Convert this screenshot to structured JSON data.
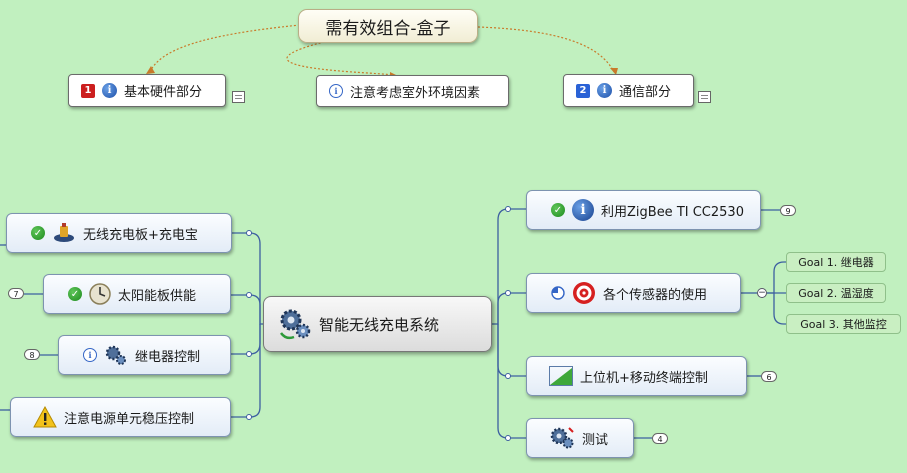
{
  "title": "需有效组合-盒子",
  "floating": [
    {
      "id": "hardware",
      "label": "基本硬件部分",
      "num": "1"
    },
    {
      "id": "env",
      "label": "注意考虑室外环境因素"
    },
    {
      "id": "comm",
      "label": "通信部分",
      "num": "2"
    }
  ],
  "central": "智能无线充电系统",
  "left": [
    {
      "label": "无线充电板+充电宝"
    },
    {
      "label": "太阳能板供能",
      "count": "7"
    },
    {
      "label": "继电器控制",
      "count": "8"
    },
    {
      "label": "注意电源单元稳压控制"
    }
  ],
  "right": [
    {
      "label": "利用ZigBee TI CC2530",
      "count": "9"
    },
    {
      "label": "各个传感器的使用",
      "collapse": "−"
    },
    {
      "label": "上位机+移动终端控制",
      "count": "6"
    },
    {
      "label": "测试",
      "count": "4"
    }
  ],
  "goals": [
    {
      "label": "Goal 1. 继电器"
    },
    {
      "label": "Goal 2. 温湿度"
    },
    {
      "label": "Goal 3. 其他监控"
    }
  ],
  "colors": {
    "background": "#c1f0bf",
    "connector": "#3d5fa0",
    "relation": "#c97a2a",
    "badge1": "#cc1f1f",
    "badge2": "#2a62d6"
  }
}
